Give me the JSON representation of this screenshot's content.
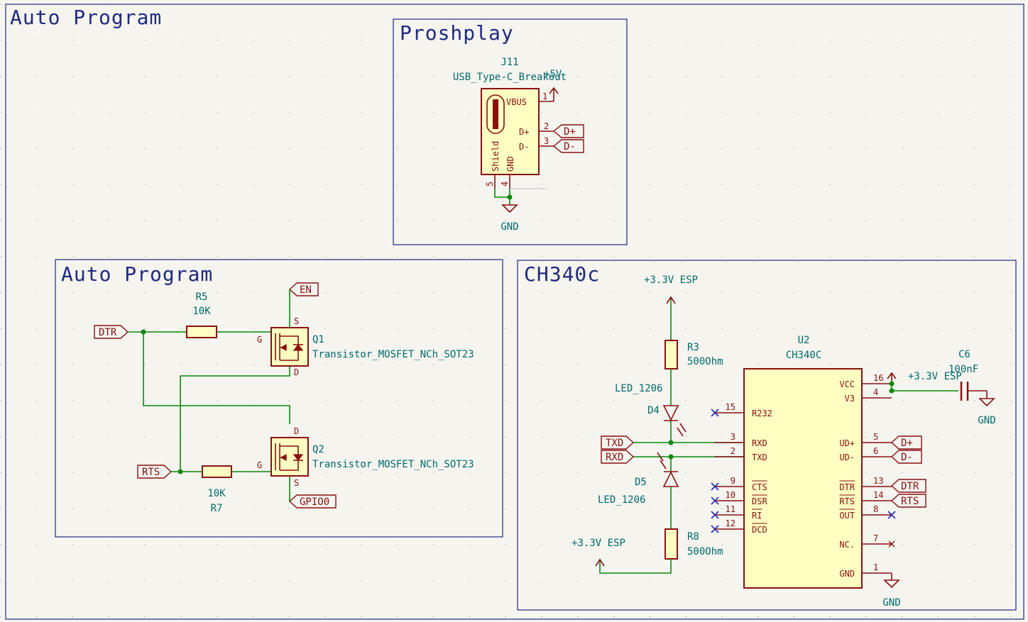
{
  "sheet": {
    "title": "Auto Program"
  },
  "frames": {
    "proshplay": "Proshplay",
    "autoprog": "Auto Program",
    "ch340": "CH340c"
  },
  "j11": {
    "ref": "J11",
    "value": "USB_Type-C_Breakout",
    "power": "+5V",
    "pins": {
      "vbus_name": "VBUS",
      "vbus_num": "1",
      "dp_name": "D+",
      "dp_num": "2",
      "dm_name": "D-",
      "dm_num": "3",
      "shield_name": "Shield",
      "shield_num": "5",
      "gnd_name": "GND",
      "gnd_num": "4"
    },
    "labels": {
      "dp": "D+",
      "dm": "D-"
    },
    "gnd": "GND"
  },
  "auto": {
    "r5": {
      "ref": "R5",
      "value": "10K"
    },
    "r7": {
      "ref": "R7",
      "value": "10K"
    },
    "q1": {
      "ref": "Q1",
      "value": "Transistor_MOSFET_NCh_SOT23"
    },
    "q2": {
      "ref": "Q2",
      "value": "Transistor_MOSFET_NCh_SOT23"
    },
    "pin_s": "S",
    "pin_g": "G",
    "pin_d": "D",
    "labels": {
      "dtr": "DTR",
      "rts": "RTS",
      "en": "EN",
      "gpio0": "GPIO0"
    }
  },
  "ch340": {
    "pwr_top": "+3.3V ESP",
    "pwr_bottom": "+3.3V ESP",
    "r3": {
      "ref": "R3",
      "value": "500Ohm"
    },
    "r8": {
      "ref": "R8",
      "value": "500Ohm"
    },
    "d4": {
      "ref": "D4",
      "value": "LED_1206"
    },
    "d5": {
      "ref": "D5",
      "value": "LED_1206"
    },
    "labels": {
      "txd": "TXD",
      "rxd": "RXD",
      "dp": "D+",
      "dm": "D-",
      "dtr": "DTR",
      "rts": "RTS"
    },
    "u2": {
      "ref": "U2",
      "value": "CH340C",
      "left_pins": [
        {
          "num": "15",
          "name": "R232",
          "nc": true
        },
        {
          "num": "3",
          "name": "RXD",
          "nc": false
        },
        {
          "num": "2",
          "name": "TXD",
          "nc": false
        },
        {
          "num": "9",
          "name": "CTS",
          "nc": true
        },
        {
          "num": "10",
          "name": "DSR",
          "nc": true
        },
        {
          "num": "11",
          "name": "RI",
          "nc": true
        },
        {
          "num": "12",
          "name": "DCD",
          "nc": true
        }
      ],
      "right_pins": [
        {
          "num": "16",
          "name": "VCC"
        },
        {
          "num": "4",
          "name": "V3"
        },
        {
          "num": "5",
          "name": "UD+"
        },
        {
          "num": "6",
          "name": "UD-"
        },
        {
          "num": "13",
          "name": "DTR"
        },
        {
          "num": "14",
          "name": "RTS"
        },
        {
          "num": "8",
          "name": "OUT"
        },
        {
          "num": "7",
          "name": "NC."
        },
        {
          "num": "1",
          "name": "GND"
        }
      ]
    },
    "pwr_vcc": "+3.3V ESP",
    "c6": {
      "ref": "C6",
      "value": "100nF"
    },
    "gnd_c6": "GND",
    "gnd_u2": "GND"
  },
  "colors": {
    "frame": "#1f2a80",
    "wire": "#0a8a0a",
    "component": "#8a1010",
    "body_fill": "#ffffc2",
    "text": "#006a6a",
    "background": "#f5f4ef"
  }
}
